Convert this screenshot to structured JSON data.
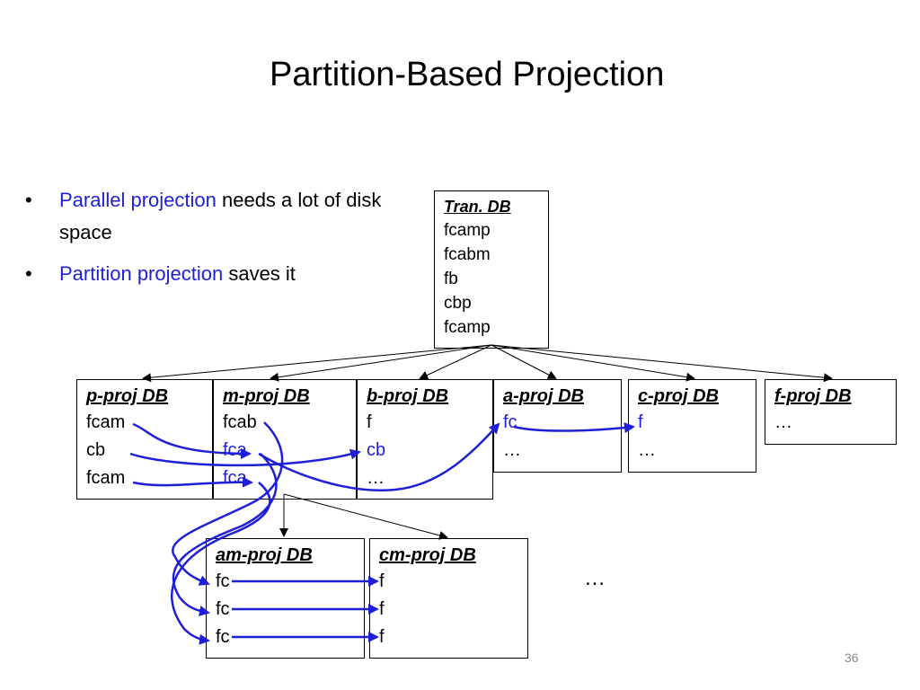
{
  "title": "Partition-Based Projection",
  "bullets": [
    {
      "highlight": "Parallel projection",
      "rest": " needs a lot of disk space"
    },
    {
      "highlight": "Partition projection",
      "rest": " saves it"
    }
  ],
  "tran_db": {
    "header": "Tran. DB",
    "rows": [
      "fcamp",
      "fcabm",
      "fb",
      "cbp",
      "fcamp"
    ]
  },
  "proj_dbs": [
    {
      "header": "p-proj DB",
      "rows": [
        "fcam",
        "cb",
        "fcam"
      ]
    },
    {
      "header": "m-proj DB",
      "rows": [
        "fcab",
        "fca",
        "fca"
      ]
    },
    {
      "header": "b-proj DB",
      "rows": [
        "f",
        "cb",
        "…"
      ]
    },
    {
      "header": "a-proj DB",
      "rows": [
        "fc",
        "…"
      ]
    },
    {
      "header": "c-proj DB",
      "rows": [
        "f",
        "…"
      ]
    },
    {
      "header": "f-proj DB",
      "rows": [
        "…"
      ]
    }
  ],
  "sub_proj_dbs": [
    {
      "header": "am-proj DB",
      "rows": [
        "fc",
        "fc",
        "fc"
      ]
    },
    {
      "header": "cm-proj DB",
      "rows": [
        "f",
        "f",
        "f"
      ]
    }
  ],
  "ellipsis": "…",
  "page_number": "36",
  "colors": {
    "highlight": "#1f1fd6",
    "arrow_blue": "#1f1fd6",
    "line": "#000000"
  }
}
